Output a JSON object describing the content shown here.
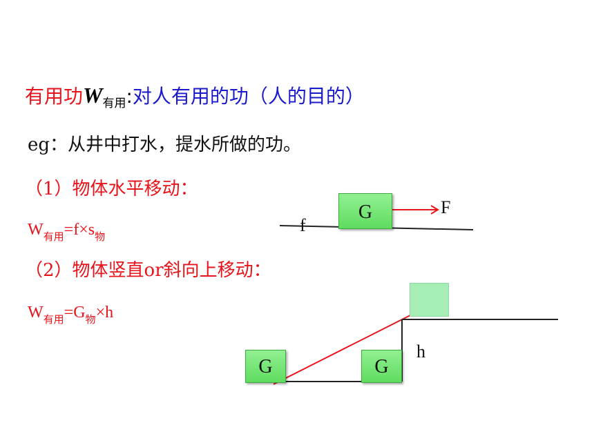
{
  "title": {
    "prefix": "有用功",
    "symbol": "W",
    "symbol_sub": "有用",
    "colon": ":",
    "definition": "对人有用的功（人的目的）"
  },
  "example": "eg：从井中打水，提水所做的功。",
  "case1": {
    "heading": "（1）物体水平移动：",
    "formula": {
      "main": "W",
      "sub1": "有用",
      "mid": "=f×s",
      "sub2": "物"
    }
  },
  "case2": {
    "heading": "（2）物体竖直or斜向上移动：",
    "formula": {
      "main": "W",
      "sub1": "有用",
      "mid": "=G",
      "sub2": "物",
      "tail": "×h"
    }
  },
  "diagram1": {
    "box_label": "G",
    "force_label": "F",
    "friction_label": "f",
    "force_color": "#e8141b"
  },
  "diagram2": {
    "box_left_label": "G",
    "box_right_label": "G",
    "height_label": "h",
    "ramp_color": "#e8141b"
  }
}
